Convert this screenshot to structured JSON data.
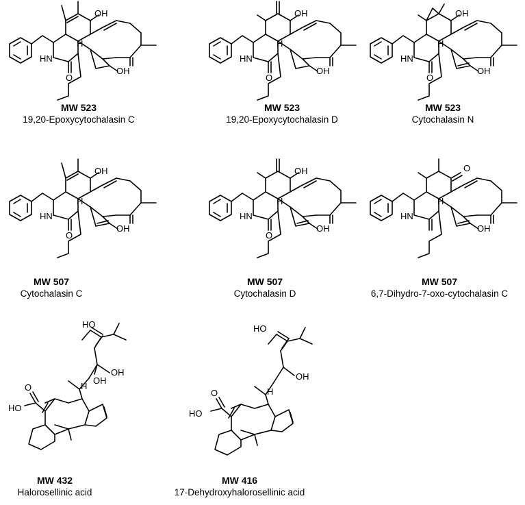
{
  "compounds": [
    {
      "mw": "MW 523",
      "name": "19,20-Epoxycytochalasin C",
      "labels": {
        "oh": "OH",
        "nh": "HN",
        "o": "O",
        "h": "H",
        "oh2": "OH"
      }
    },
    {
      "mw": "MW 523",
      "name": "19,20-Epoxycytochalasin D",
      "labels": {
        "oh": "OH",
        "nh": "HN",
        "o": "O",
        "h": "H",
        "oh2": "OH"
      }
    },
    {
      "mw": "MW 523",
      "name": "Cytochalasin N",
      "labels": {
        "oh": "OH",
        "nh": "HN",
        "o": "O",
        "h": "H",
        "oh2": "OH"
      }
    },
    {
      "mw": "MW 507",
      "name": "Cytochalasin C",
      "labels": {
        "oh": "OH",
        "nh": "HN",
        "o": "O",
        "h": "H",
        "oh2": "OH"
      }
    },
    {
      "mw": "MW 507",
      "name": "Cytochalasin D",
      "labels": {
        "oh": "OH",
        "nh": "HN",
        "o": "O",
        "h": "H",
        "oh2": "OH"
      }
    },
    {
      "mw": "MW 507",
      "name": "6,7-Dihydro-7-oxo-cytochalasin C",
      "labels": {
        "oh": "",
        "nh": "HN",
        "o": "O",
        "h": "H",
        "oh2": "OH"
      }
    },
    {
      "mw": "MW 432",
      "name": "Halorosellinic acid",
      "labels": {
        "cooh": "HO",
        "oh": "OH",
        "oh2": "OH",
        "h": "H",
        "acid": "HO",
        "o": "O"
      }
    },
    {
      "mw": "MW 416",
      "name": "17-Dehydroxyhalorosellinic acid",
      "labels": {
        "cooh": "HO",
        "oh": "OH",
        "h": "H",
        "acid": "HO",
        "o": "O"
      }
    }
  ]
}
